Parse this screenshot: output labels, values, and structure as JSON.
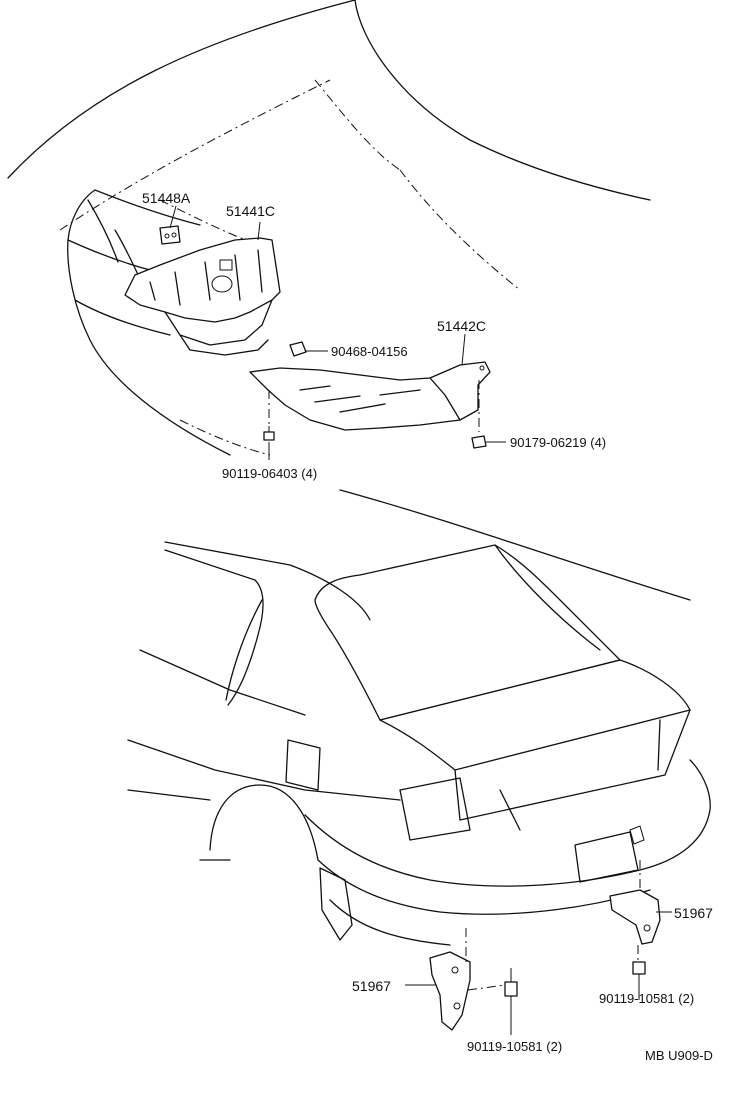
{
  "diagram": {
    "labels": {
      "p51448a": "51448A",
      "p51441c": "51441C",
      "p51442c": "51442C",
      "p90468": "90468-04156",
      "p90179": "90179-06219 (4)",
      "p90119_06403": "90119-06403 (4)",
      "p51967_right": "51967",
      "p51967_left": "51967",
      "p90119_10581_right": "90119-10581 (2)",
      "p90119_10581_left": "90119-10581 (2)",
      "ref_code": "MB U909-D"
    }
  }
}
